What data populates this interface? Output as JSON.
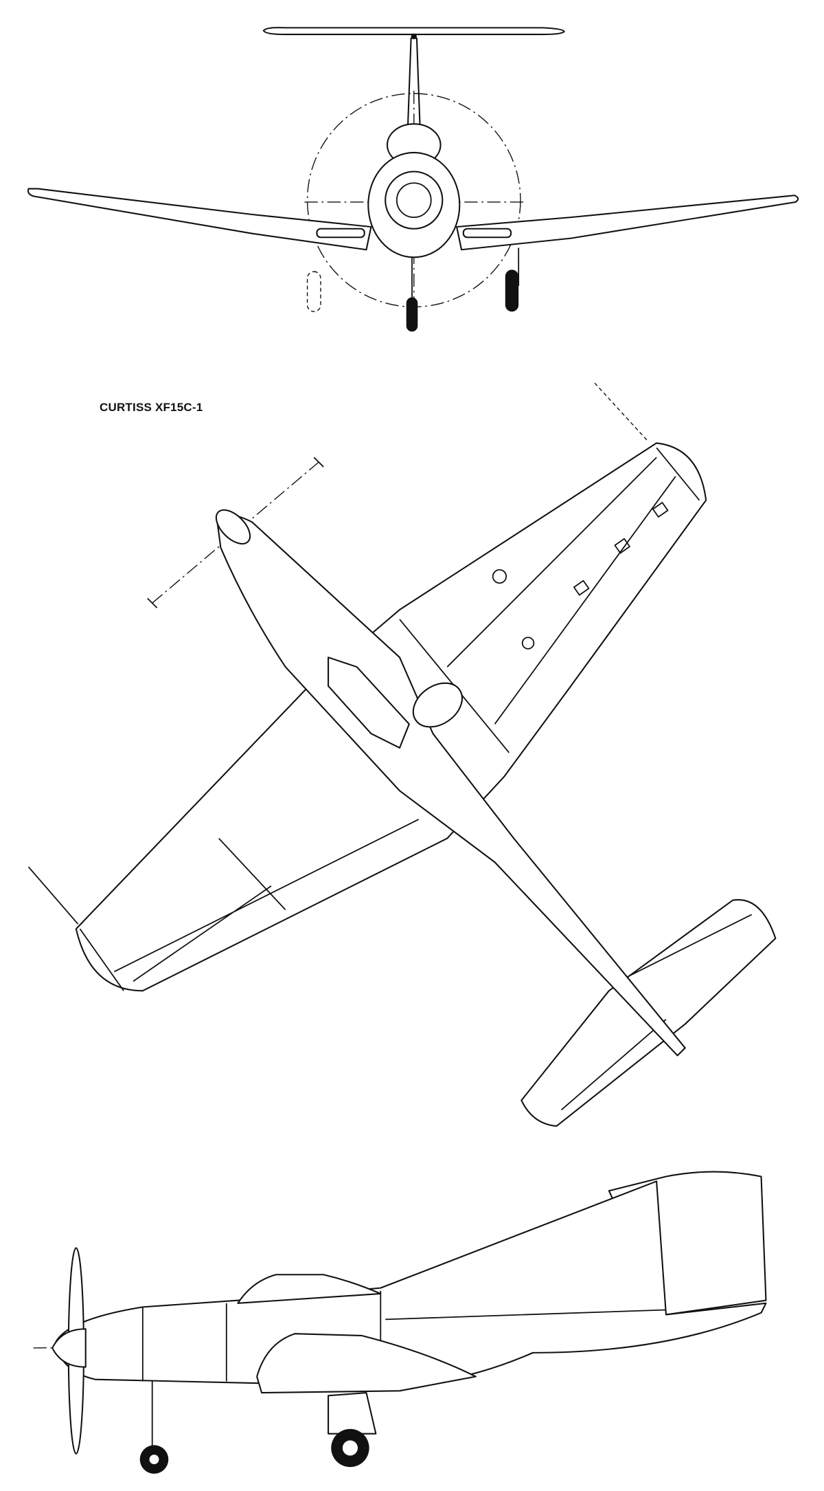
{
  "drawing": {
    "title": "CURTISS XF15C-1",
    "views": [
      "front-view",
      "top-view",
      "side-view"
    ]
  }
}
